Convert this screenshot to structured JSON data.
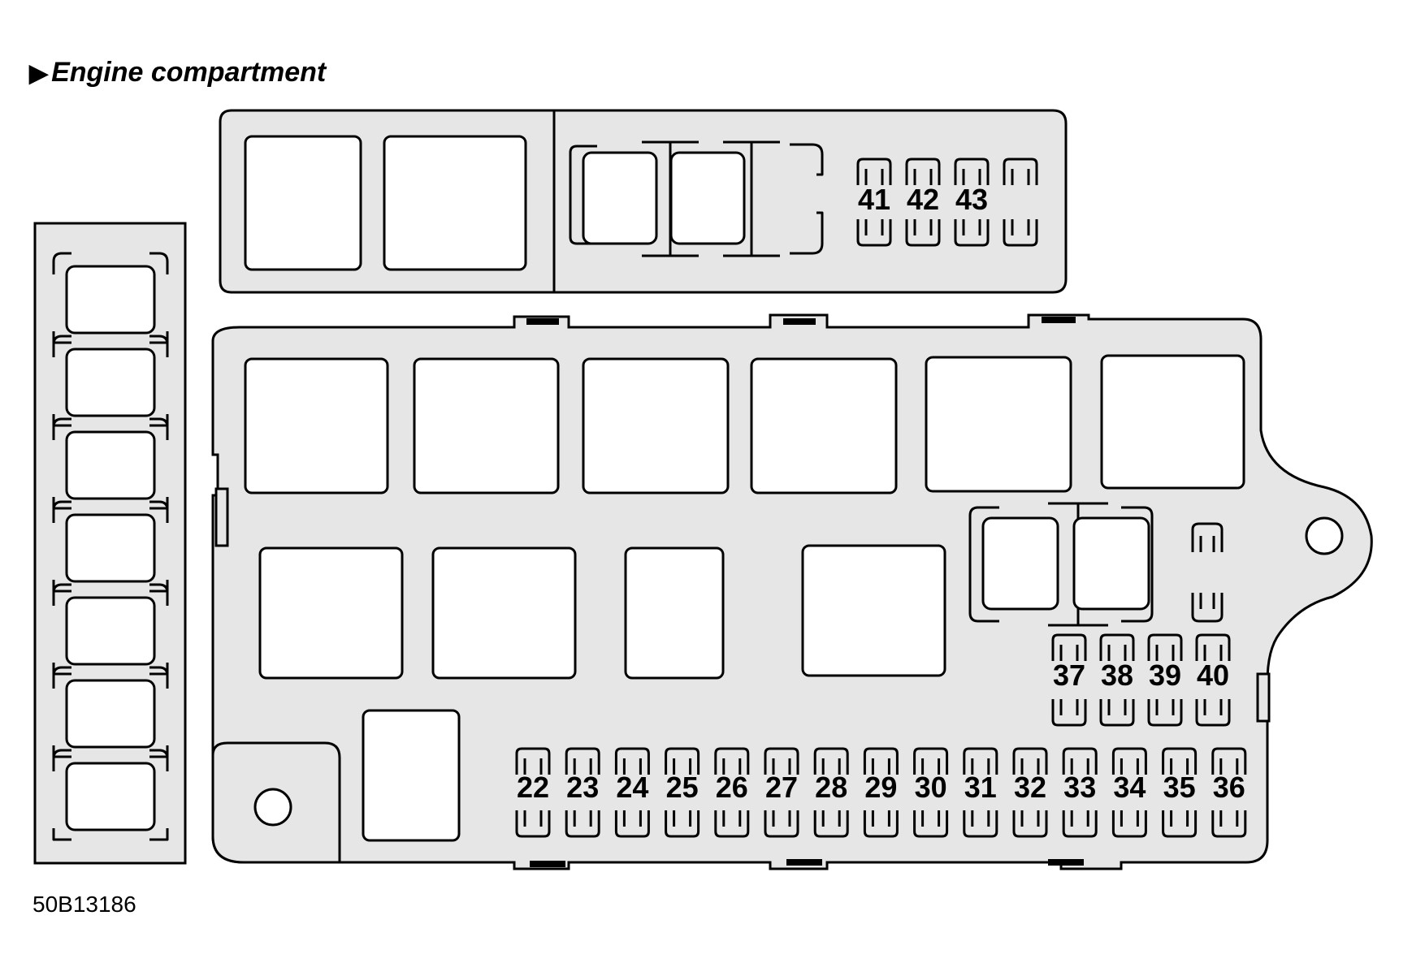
{
  "title": "Engine compartment",
  "title_marker": "▶",
  "figure_code": "50B13186",
  "fuses_top": [
    "41",
    "42",
    "43"
  ],
  "fuses_right": [
    "37",
    "38",
    "39",
    "40"
  ],
  "fuses_bottom": [
    "22",
    "23",
    "24",
    "25",
    "26",
    "27",
    "28",
    "29",
    "30",
    "31",
    "32",
    "33",
    "34",
    "35",
    "36"
  ],
  "colors": {
    "panel": "#e6e6e6",
    "outline": "#000000",
    "background": "#ffffff"
  }
}
